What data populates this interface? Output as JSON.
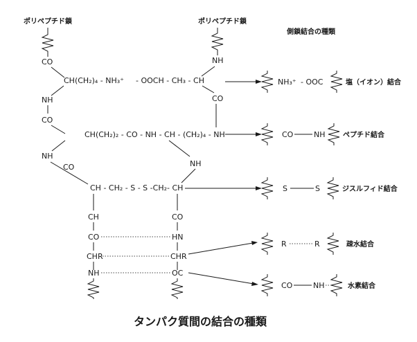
{
  "labels": {
    "chain_left": "ポリペプチド鎖",
    "chain_right": "ポリペプチド鎖",
    "side_bond_types": "側鎖結合の種類",
    "co1": "CO",
    "lys_group": "CH(CH₂)₄ - NH₃⁺",
    "glu_group": "- OOCH - CH₃ - CH",
    "nh_right1": "NH",
    "nh1": "NH",
    "co2": "CO",
    "co_right1": "CO",
    "peptide_side": "CH(CH₂)₂ - CO - NH - CH - (CH₂)₄ - NH",
    "nh_right2": "NH",
    "nh2": "NH",
    "co3": "CO",
    "disulfide_side": "CH - CH₂ - S - S -CH₂- CH",
    "ch_left": "CH",
    "co_right2": "CO",
    "co_left": "CO",
    "hn_right": "HN",
    "chr_left": "CHR",
    "chr_right": "CHR",
    "nh_left_bottom": "NH",
    "oc_right": "OC",
    "caption": "タンパク質間の結合の種類"
  },
  "bonds": [
    {
      "formula_a": "NH₃⁺",
      "formula_b": "- OOC",
      "name": "塩（イオン）結合"
    },
    {
      "formula_a": "CO",
      "formula_b": "NH",
      "name": "ペプチド結合"
    },
    {
      "formula_a": "S",
      "formula_b": "S",
      "name": "ジスルフィド結合"
    },
    {
      "formula_a": "R",
      "formula_b": "R",
      "name": "疎水結合"
    },
    {
      "formula_a": "CO",
      "formula_b": "NH",
      "name": "水素結合"
    }
  ]
}
